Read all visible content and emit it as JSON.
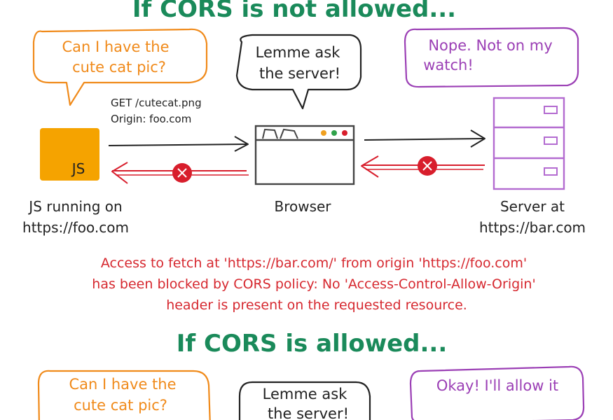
{
  "colors": {
    "heading": "#1a8a5a",
    "client_bubble": "#f08a1a",
    "browser_bubble": "#222222",
    "server_bubble": "#9b3fb5",
    "error_text": "#d6282f",
    "js_logo": "#f5a300",
    "server_box": "#b36bd0",
    "blocked_arrow": "#d81e2c"
  },
  "blocked_section": {
    "heading": "If CORS is not allowed...",
    "client_bubble": [
      "Can I have the",
      "cute cat pic?"
    ],
    "browser_bubble": [
      "Lemme ask",
      "the server!"
    ],
    "server_bubble": [
      "Nope. Not on my",
      "watch!"
    ],
    "request": [
      "GET /cutecat.png",
      "Origin: foo.com"
    ],
    "js_logo_text": "JS",
    "client_label": [
      "JS running on",
      "https://foo.com"
    ],
    "browser_label": "Browser",
    "server_label": [
      "Server at",
      "https://bar.com"
    ],
    "error_message": [
      "Access to fetch at 'https://bar.com/' from origin 'https://foo.com'",
      "has been blocked by CORS policy: No 'Access-Control-Allow-Origin'",
      "header is present on the requested resource."
    ]
  },
  "allowed_section": {
    "heading": "If CORS is allowed...",
    "client_bubble": [
      "Can I have the",
      "cute cat pic?"
    ],
    "browser_bubble": [
      "Lemme ask",
      "the server!"
    ],
    "server_bubble": [
      "Okay! I'll allow it"
    ]
  }
}
